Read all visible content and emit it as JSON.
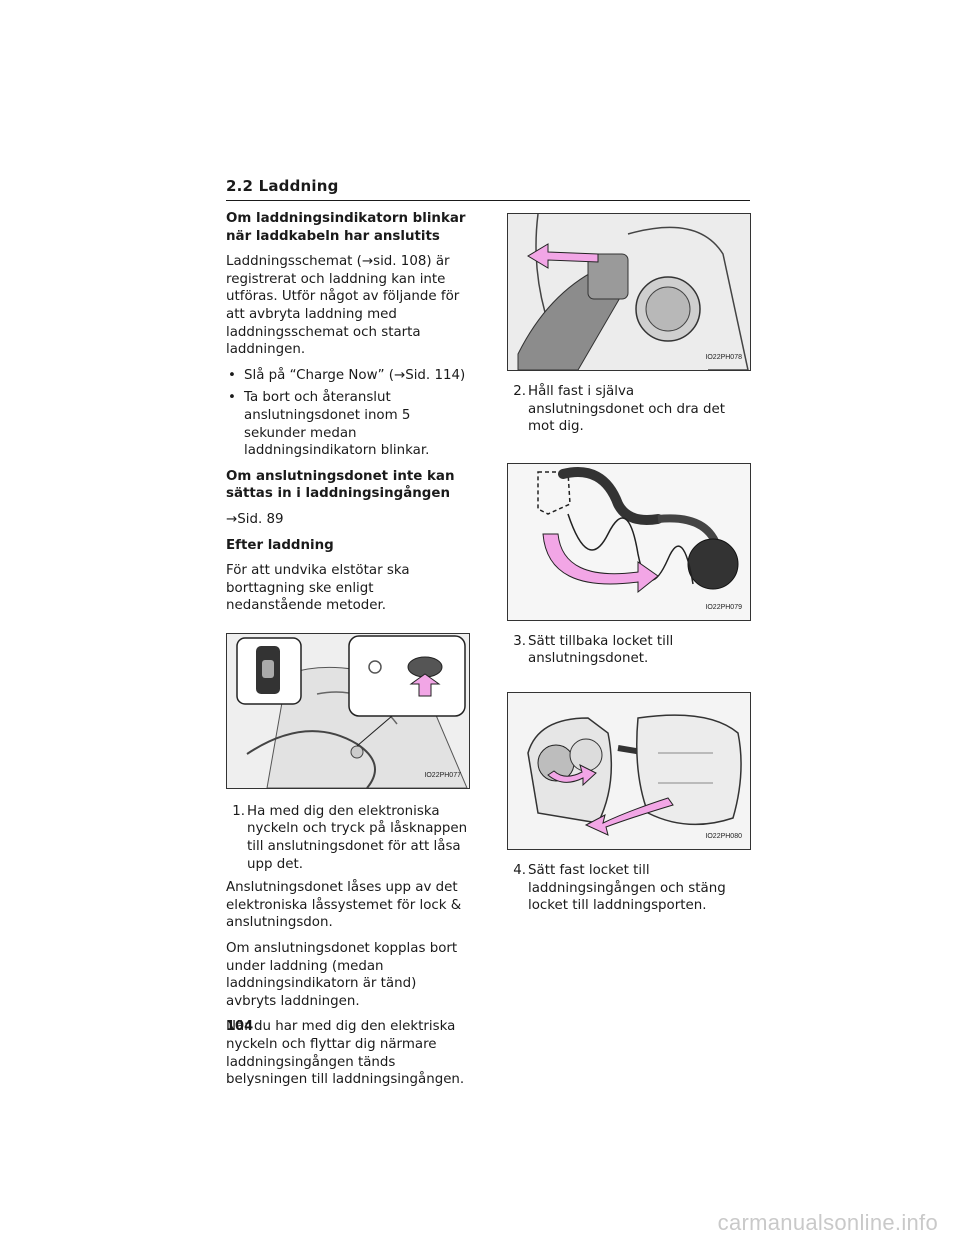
{
  "section": {
    "title": "2.2 Laddning"
  },
  "left": {
    "blink_heading": "Om laddningsindikatorn blinkar när laddkabeln har anslutits",
    "blink_text": "Laddningsschemat (→sid. 108) är registrerat och laddning kan inte utföras. Utför något av följande för att avbryta laddning med laddningsschemat och starta laddningen.",
    "bullets": [
      "Slå på “Charge Now” (→Sid. 114)",
      "Ta bort och återanslut anslutningsdonet inom 5 sekunder medan laddningsindikatorn blinkar."
    ],
    "connector_heading": "Om anslutningsdonet inte kan sättas in i laddningsingången",
    "connector_ref": "→Sid. 89",
    "after_heading": "Efter laddning",
    "after_text": "För att undvika elstötar ska borttagning ske enligt nedanstående metoder.",
    "figure1_code": "IO22PH077",
    "step1_num": "1.",
    "step1_text": "Ha med dig den elektroniska nyckeln och tryck på låsknappen till anslutningsdonet för att låsa upp det.",
    "step1_p2": "Anslutningsdonet låses upp av det elektroniska låssystemet för lock & anslutningsdon.",
    "step1_p3": "Om anslutningsdonet kopplas bort under laddning (medan laddningsindikatorn är tänd) avbryts laddningen.",
    "step1_p4": "När du har med dig den elektriska nyckeln och flyttar dig närmare laddningsingången tänds belysningen till laddningsingången."
  },
  "right": {
    "figure2_code": "IO22PH078",
    "step2_num": "2.",
    "step2_text": "Håll fast i själva anslutningsdonet och dra det mot dig.",
    "figure3_code": "IO22PH079",
    "step3_num": "3.",
    "step3_text": "Sätt tillbaka locket till anslutningsdonet.",
    "figure4_code": "IO22PH080",
    "step4_num": "4.",
    "step4_text": "Sätt fast locket till laddningsingången och stäng locket till laddningsporten."
  },
  "page_number": "104",
  "watermark": "carmanualsonline.info",
  "colors": {
    "arrow_pink": "#f2a6e6",
    "rule": "#1a1a1a"
  }
}
